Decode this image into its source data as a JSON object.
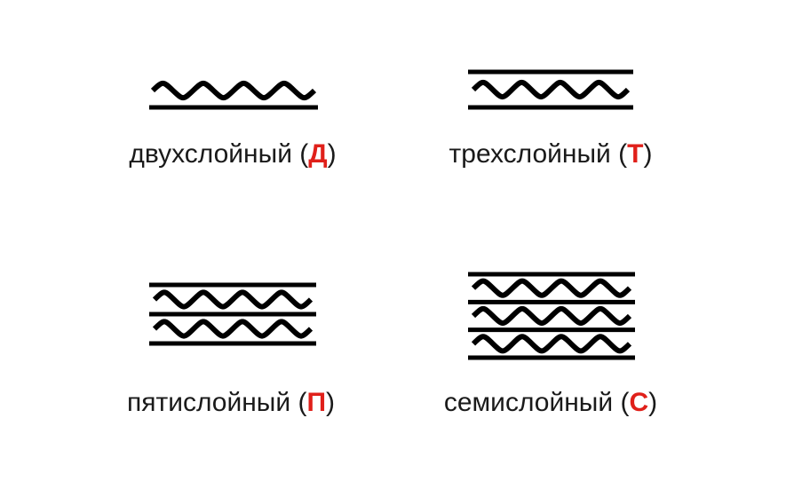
{
  "colors": {
    "line": "#000000",
    "text": "#1a1a1a",
    "accent": "#e0201a",
    "background": "#ffffff"
  },
  "items": [
    {
      "name": "двухслойный",
      "code": "Д",
      "flutes": 1,
      "liners": 1
    },
    {
      "name": "трехслойный",
      "code": "Т",
      "flutes": 1,
      "liners": 2
    },
    {
      "name": "пятислойный",
      "code": "П",
      "flutes": 2,
      "liners": 3
    },
    {
      "name": "семислойный",
      "code": "С",
      "flutes": 3,
      "liners": 4
    }
  ]
}
